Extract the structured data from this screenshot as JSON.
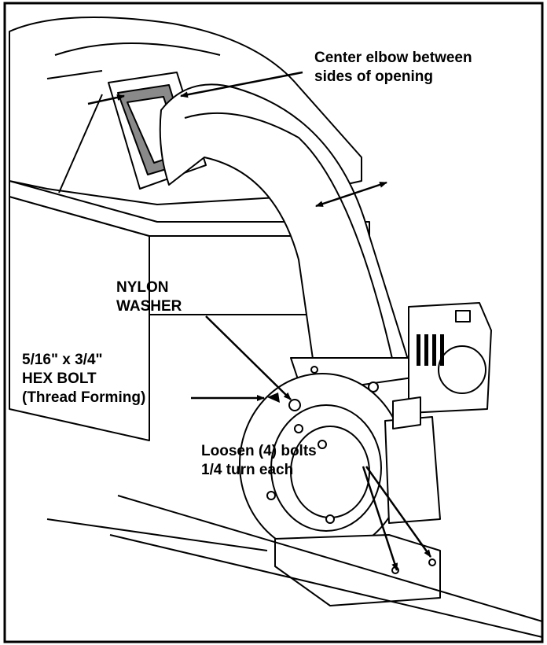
{
  "callouts": {
    "elbow": {
      "line1": "Center elbow between",
      "line2": "sides of opening"
    },
    "washer": {
      "line1": "NYLON",
      "line2": "WASHER"
    },
    "bolt": {
      "line1": "5/16\" x 3/4\"",
      "line2": "HEX BOLT",
      "line3": "(Thread Forming)"
    },
    "loosen": {
      "line1": "Loosen (4) bolts",
      "line2": "1/4 turn each"
    }
  },
  "colors": {
    "ink": "#000000",
    "gasket": "#8a8a8a",
    "background": "#ffffff"
  }
}
